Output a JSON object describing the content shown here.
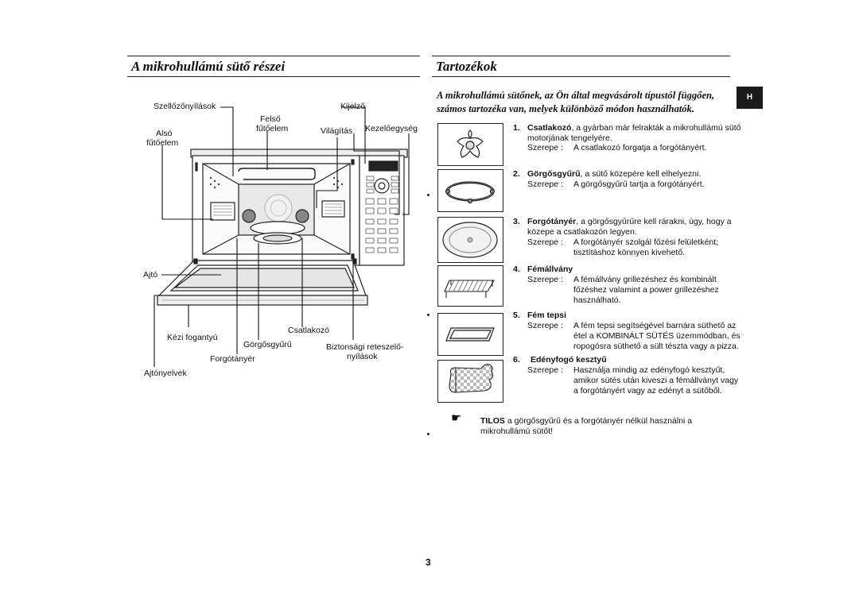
{
  "left_title": "A mikrohullámú sütő részei",
  "right_title": "Tartozékok",
  "lang_badge": "H",
  "intro": [
    "A mikrohullámú sütőnek, az Ön által megvásárolt típustól függően,",
    "számos tartozéka van, melyek különböző módon használhatók."
  ],
  "diagram_labels": {
    "vents": "Szellőzőnyílások",
    "display": "Kijelző",
    "top_heater_1": "Felső",
    "top_heater_2": "fűtőelem",
    "lower_heater_1": "Alsó",
    "lower_heater_2": "fűtőelem",
    "light": "Világítás",
    "control_panel": "Kezelőegység",
    "door": "Ajtó",
    "handle": "Kézi fogantyú",
    "coupler": "Csatlakozó",
    "roller_ring": "Görgősgyűrű",
    "safety_1": "Biztonsági reteszelő-",
    "safety_2": "nyílások",
    "turntable": "Forgótányér",
    "hinges": "Ajtónyelvek"
  },
  "role_key": "Szerepe :",
  "accessories": [
    {
      "num": "1.",
      "name": "Csatlakozó",
      "lines": [
        ", a gyárban már felrakták a mikrohullámú sütő",
        "motorjának tengelyére."
      ],
      "role": [
        "A csatlakozó forgatja a forgótányért."
      ]
    },
    {
      "num": "2.",
      "name": "Görgősgyűrű",
      "lines": [
        ", a sütő közepére kell elhelyezni."
      ],
      "role": [
        "A görgősgyűrű tartja a forgótányért."
      ]
    },
    {
      "num": "3.",
      "name": "Forgótányér",
      "lines": [
        ", a görgősgyűrűre kell rárakni, úgy, hogy a",
        "közepe a csatlakozón legyen."
      ],
      "role": [
        "A forgótányér szolgál főzési felületként;",
        "tisztításhoz könnyen kivehető."
      ]
    },
    {
      "num": "4.",
      "name": "Fémállvány",
      "lines": [],
      "role": [
        "A fémállvány grillezéshez és kombinált",
        "főzéshez valamint a power grillezéshez",
        "használható."
      ]
    },
    {
      "num": "5.",
      "name": "Fém tepsi",
      "lines": [],
      "role": [
        "A fém tepsi segítségével barnára süthető az",
        "étel a KOMBINÁLT SÜTÉS üzemmódban, és",
        "ropogósra süthető a sült tészta vagy a pizza."
      ]
    },
    {
      "num": "6.",
      "name": "Edényfogó kesztyű",
      "lines": [],
      "role": [
        "Használja mindig az edényfogó kesztyűt,",
        "amikor sütés után kiveszi a fémállványt vagy",
        "a forgótányért vagy az edényt a sütőből."
      ]
    }
  ],
  "warning": {
    "icon": "pointing-hand-icon",
    "bold": "TILOS",
    "line1": " a görgősgyűrű és a forgótányér nélkül használni a",
    "line2": "mikrohullámú sütőt!"
  },
  "page_number": "3"
}
